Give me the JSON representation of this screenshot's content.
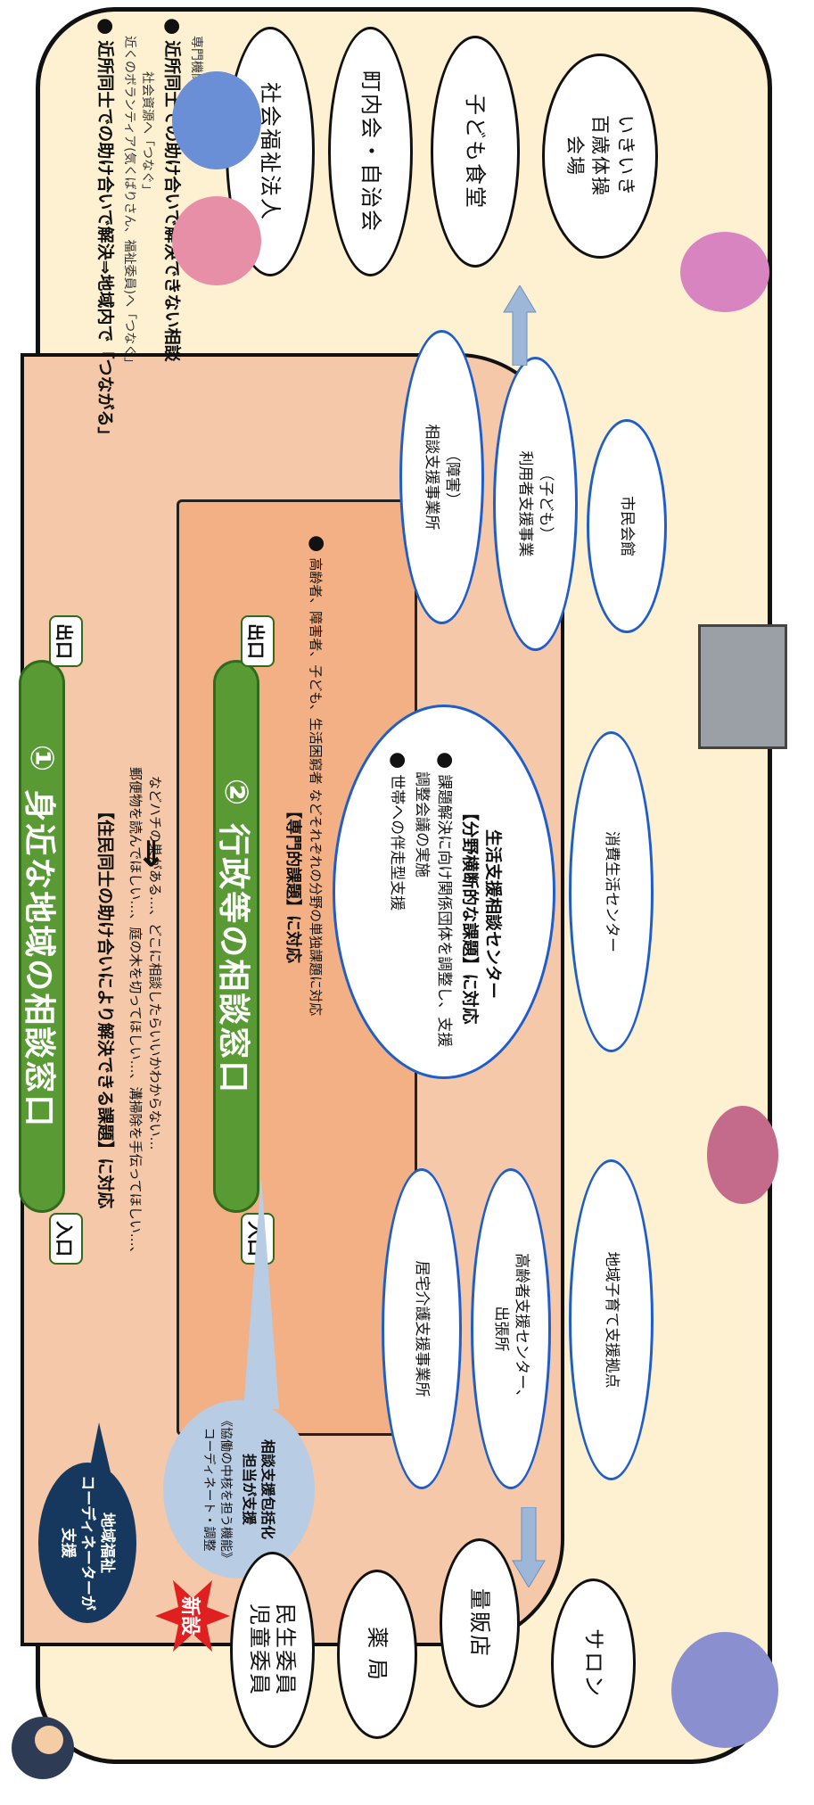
{
  "title1": {
    "num": "①",
    "text": "身近な地域の相談窓口"
  },
  "title2": {
    "num": "②",
    "text": "行政等の相談窓口"
  },
  "entrance": "入口",
  "exit": "出口",
  "arrow": "⇒",
  "coordinator": [
    "地域福祉",
    "コーディネーターが",
    "支援"
  ],
  "section1": {
    "heading": "【住民同士の助け合いにより解決できる課題】に対応",
    "examples": [
      "郵便物を読んでほしい…、庭の木を切ってほしい…、溝掃除を手伝ってほしい…、",
      "ハチの巣がある…、どこに相談したらいいかわからない…",
      "など"
    ]
  },
  "outcomes": {
    "a_title": "近所同士での助け合いで解決⇒地域内で「つながる」",
    "a_sub1": "近くのボランティア(気くばりさん、福祉委員)へ「つなぐ」",
    "a_sub2": "社会資源へ「つなぐ」",
    "b_title": "近所同士での助け合いで解決できない相談",
    "b_sub": "専門機関へ「つなぐ」"
  },
  "section2": {
    "heading": "【専門的課題】に対応",
    "bullet": "高齢者、障害者、子ども、生活困窮者 などそれぞれの分野の単独課題に対応"
  },
  "new_badge": "新設",
  "coop": {
    "line1": "相談支援包括化",
    "line2": "担当が支援",
    "line3": "《協働の中核を担う機能》",
    "line4": "コーディネート・調整"
  },
  "center": {
    "title": "生活支援相談センター",
    "sub": "【分野横断的な課題】に対応",
    "bullets": [
      "課題解決に向け関係団体を調整し、支援",
      "調整会議の実施",
      "世帯への伴走型支援"
    ]
  },
  "agencies": {
    "kyotaku": "居宅介護支援事業所",
    "koureisha": [
      "高齢者支援センター、",
      "出張所"
    ],
    "kosodate": "地域子育て支援拠点",
    "shohi": "消費生活センター",
    "shogai": [
      "（障害）",
      "相談支援事業所"
    ],
    "kodomo": [
      "（子ども）",
      "利用者支援事業"
    ],
    "shimin": "市民会館"
  },
  "community": {
    "minsei": [
      "民生委員",
      "児童委員"
    ],
    "yakkyoku": "薬 局",
    "ryohanten": "量販店",
    "salon": "サロン",
    "shakai": "社会福祉法人",
    "chonai": "町内会・自治会",
    "kodomo_shokudo": "子ども食堂",
    "ikiiki": [
      "いきいき",
      "百歳体操",
      "会場"
    ]
  },
  "colors": {
    "banner": "#5a9a35",
    "outer_bg": "#fdf1d2",
    "inner_bg": "#f4c8a8",
    "core_bg": "#f2b084",
    "ellipse_border": "#1f5ec9",
    "navy": "#16385e",
    "new_badge": "#e02020"
  }
}
